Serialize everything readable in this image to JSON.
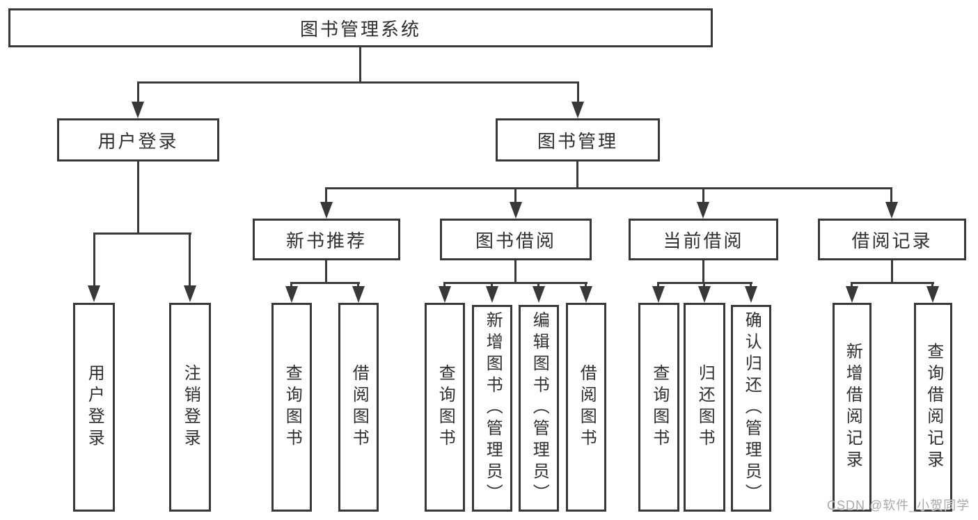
{
  "diagram_type": "hierarchy-tree",
  "colors": {
    "background": "#ffffff",
    "box_border": "#383838",
    "line": "#3a3a3a",
    "text": "#2f2f2f",
    "watermark": "#a9a9a9"
  },
  "nodes": {
    "root": {
      "label": "图书管理系统"
    },
    "user_login": {
      "label": "用户登录"
    },
    "book_management": {
      "label": "图书管理"
    },
    "new_book_recommend": {
      "label": "新书推荐"
    },
    "book_borrow": {
      "label": "图书借阅"
    },
    "current_borrow": {
      "label": "当前借阅"
    },
    "borrow_record": {
      "label": "借阅记录"
    },
    "leaf_user_login": {
      "label": "用户登录"
    },
    "leaf_logout_login": {
      "label": "注销登录"
    },
    "leaf_query_book_recommend": {
      "label": "查询图书"
    },
    "leaf_borrow_book_recommend": {
      "label": "借阅图书"
    },
    "leaf_query_book_borrow": {
      "label": "查询图书"
    },
    "leaf_add_book_admin": {
      "label": "新增图书（管理员）"
    },
    "leaf_edit_book_admin": {
      "label": "编辑图书（管理员）"
    },
    "leaf_borrow_book_borrow": {
      "label": "借阅图书"
    },
    "leaf_query_book_current": {
      "label": "查询图书"
    },
    "leaf_return_book": {
      "label": "归还图书"
    },
    "leaf_confirm_return_admin": {
      "label": "确认归还（管理员）"
    },
    "leaf_add_borrow_record": {
      "label": "新增借阅记录"
    },
    "leaf_query_borrow_record": {
      "label": "查询借阅记录"
    }
  },
  "edges": [
    [
      "图书管理系统",
      "用户登录"
    ],
    [
      "图书管理系统",
      "图书管理"
    ],
    [
      "用户登录",
      "用户登录"
    ],
    [
      "用户登录",
      "注销登录"
    ],
    [
      "图书管理",
      "新书推荐"
    ],
    [
      "图书管理",
      "图书借阅"
    ],
    [
      "图书管理",
      "当前借阅"
    ],
    [
      "图书管理",
      "借阅记录"
    ],
    [
      "新书推荐",
      "查询图书"
    ],
    [
      "新书推荐",
      "借阅图书"
    ],
    [
      "图书借阅",
      "查询图书"
    ],
    [
      "图书借阅",
      "新增图书（管理员）"
    ],
    [
      "图书借阅",
      "编辑图书（管理员）"
    ],
    [
      "图书借阅",
      "借阅图书"
    ],
    [
      "当前借阅",
      "查询图书"
    ],
    [
      "当前借阅",
      "归还图书"
    ],
    [
      "当前借阅",
      "确认归还（管理员）"
    ],
    [
      "借阅记录",
      "新增借阅记录"
    ],
    [
      "借阅记录",
      "查询借阅记录"
    ]
  ],
  "watermark": "CSDN @软件_小贺同学"
}
